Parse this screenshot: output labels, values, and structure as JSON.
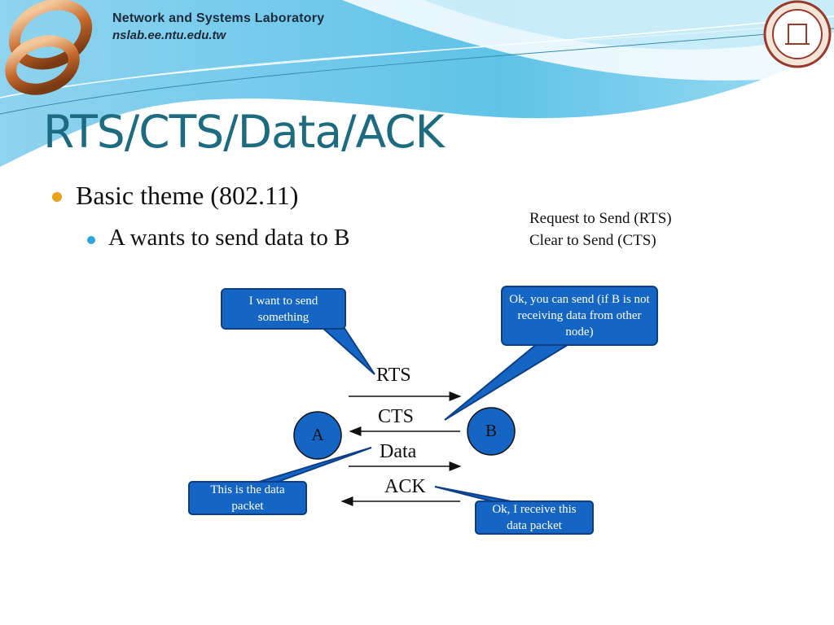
{
  "header": {
    "lab_name": "Network and Systems Laboratory",
    "lab_url": "nslab.ee.ntu.edu.tw"
  },
  "slide": {
    "title": "RTS/CTS/Data/ACK",
    "bullets": [
      "Basic theme (802.11)",
      "A wants to send data to B"
    ],
    "definitions": [
      "Request to Send (RTS)",
      "Clear to Send (CTS)"
    ]
  },
  "diagram": {
    "nodes": {
      "a": "A",
      "b": "B"
    },
    "messages": {
      "rts": "RTS",
      "cts": "CTS",
      "data": "Data",
      "ack": "ACK"
    },
    "callouts": {
      "a_rts": "I want to send something",
      "b_cts": "Ok, you can send (if B is not receiving data from other node)",
      "a_data": "This is the data packet",
      "b_ack": "Ok, I receive this data packet"
    },
    "colors": {
      "callout_fill": "#1465c4",
      "callout_border": "#0d3f86",
      "node_fill": "#1465c4",
      "title": "#1d6b80"
    }
  }
}
